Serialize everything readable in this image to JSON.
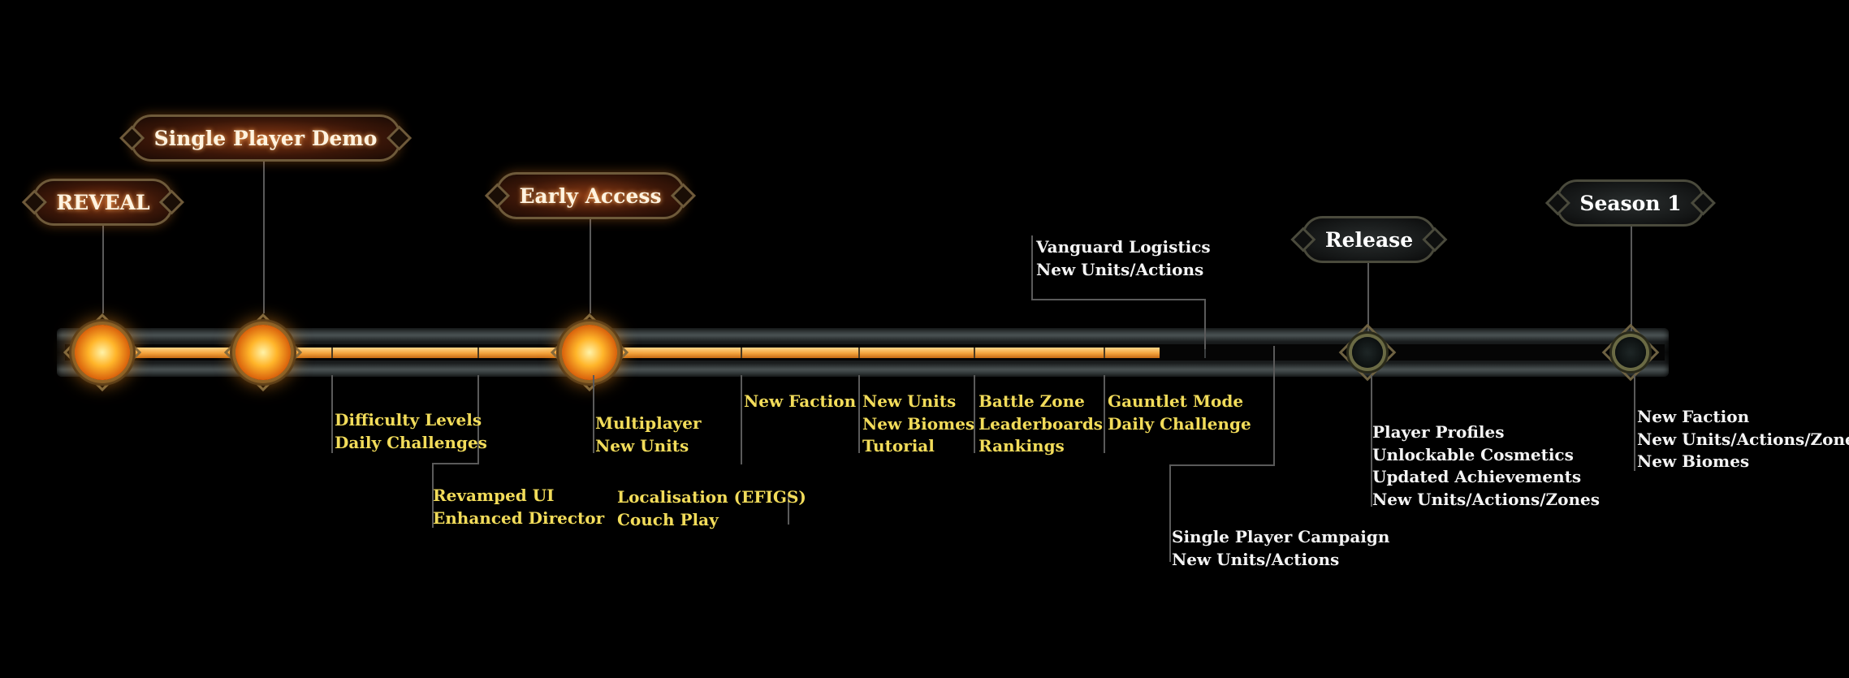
{
  "colors": {
    "completed_text": "#f2dc5a",
    "upcoming_text": "#f4f4f4",
    "progress_fill": "#f2a23c"
  },
  "milestones": [
    {
      "label": "REVEAL",
      "state": "lit"
    },
    {
      "label": "Single Player Demo",
      "state": "lit"
    },
    {
      "label": "Early Access",
      "state": "lit"
    },
    {
      "label": "Release",
      "state": "dark"
    },
    {
      "label": "Season 1",
      "state": "dark"
    }
  ],
  "updates": [
    {
      "lines": [
        "Difficulty Levels",
        "Daily Challenges"
      ],
      "status": "completed"
    },
    {
      "lines": [
        "Revamped UI",
        "Enhanced Director"
      ],
      "status": "completed"
    },
    {
      "lines": [
        "Multiplayer",
        "New Units"
      ],
      "status": "completed"
    },
    {
      "lines": [
        "Localisation (EFIGS)",
        "Couch Play"
      ],
      "status": "completed"
    },
    {
      "lines": [
        "New Faction"
      ],
      "status": "completed"
    },
    {
      "lines": [
        "New Units",
        "New Biomes",
        "Tutorial"
      ],
      "status": "completed"
    },
    {
      "lines": [
        "Battle Zone",
        "Leaderboards",
        "Rankings"
      ],
      "status": "completed"
    },
    {
      "lines": [
        "Gauntlet Mode",
        "Daily Challenge"
      ],
      "status": "completed"
    },
    {
      "lines": [
        "Vanguard Logistics",
        "New Units/Actions"
      ],
      "status": "upcoming"
    },
    {
      "lines": [
        "Single Player Campaign",
        "New Units/Actions"
      ],
      "status": "upcoming"
    },
    {
      "lines": [
        "Player Profiles",
        "Unlockable Cosmetics",
        "Updated Achievements",
        "New Units/Actions/Zones"
      ],
      "status": "upcoming"
    },
    {
      "lines": [
        "New Faction",
        "New Units/Actions/Zones",
        "New Biomes"
      ],
      "status": "upcoming"
    }
  ]
}
